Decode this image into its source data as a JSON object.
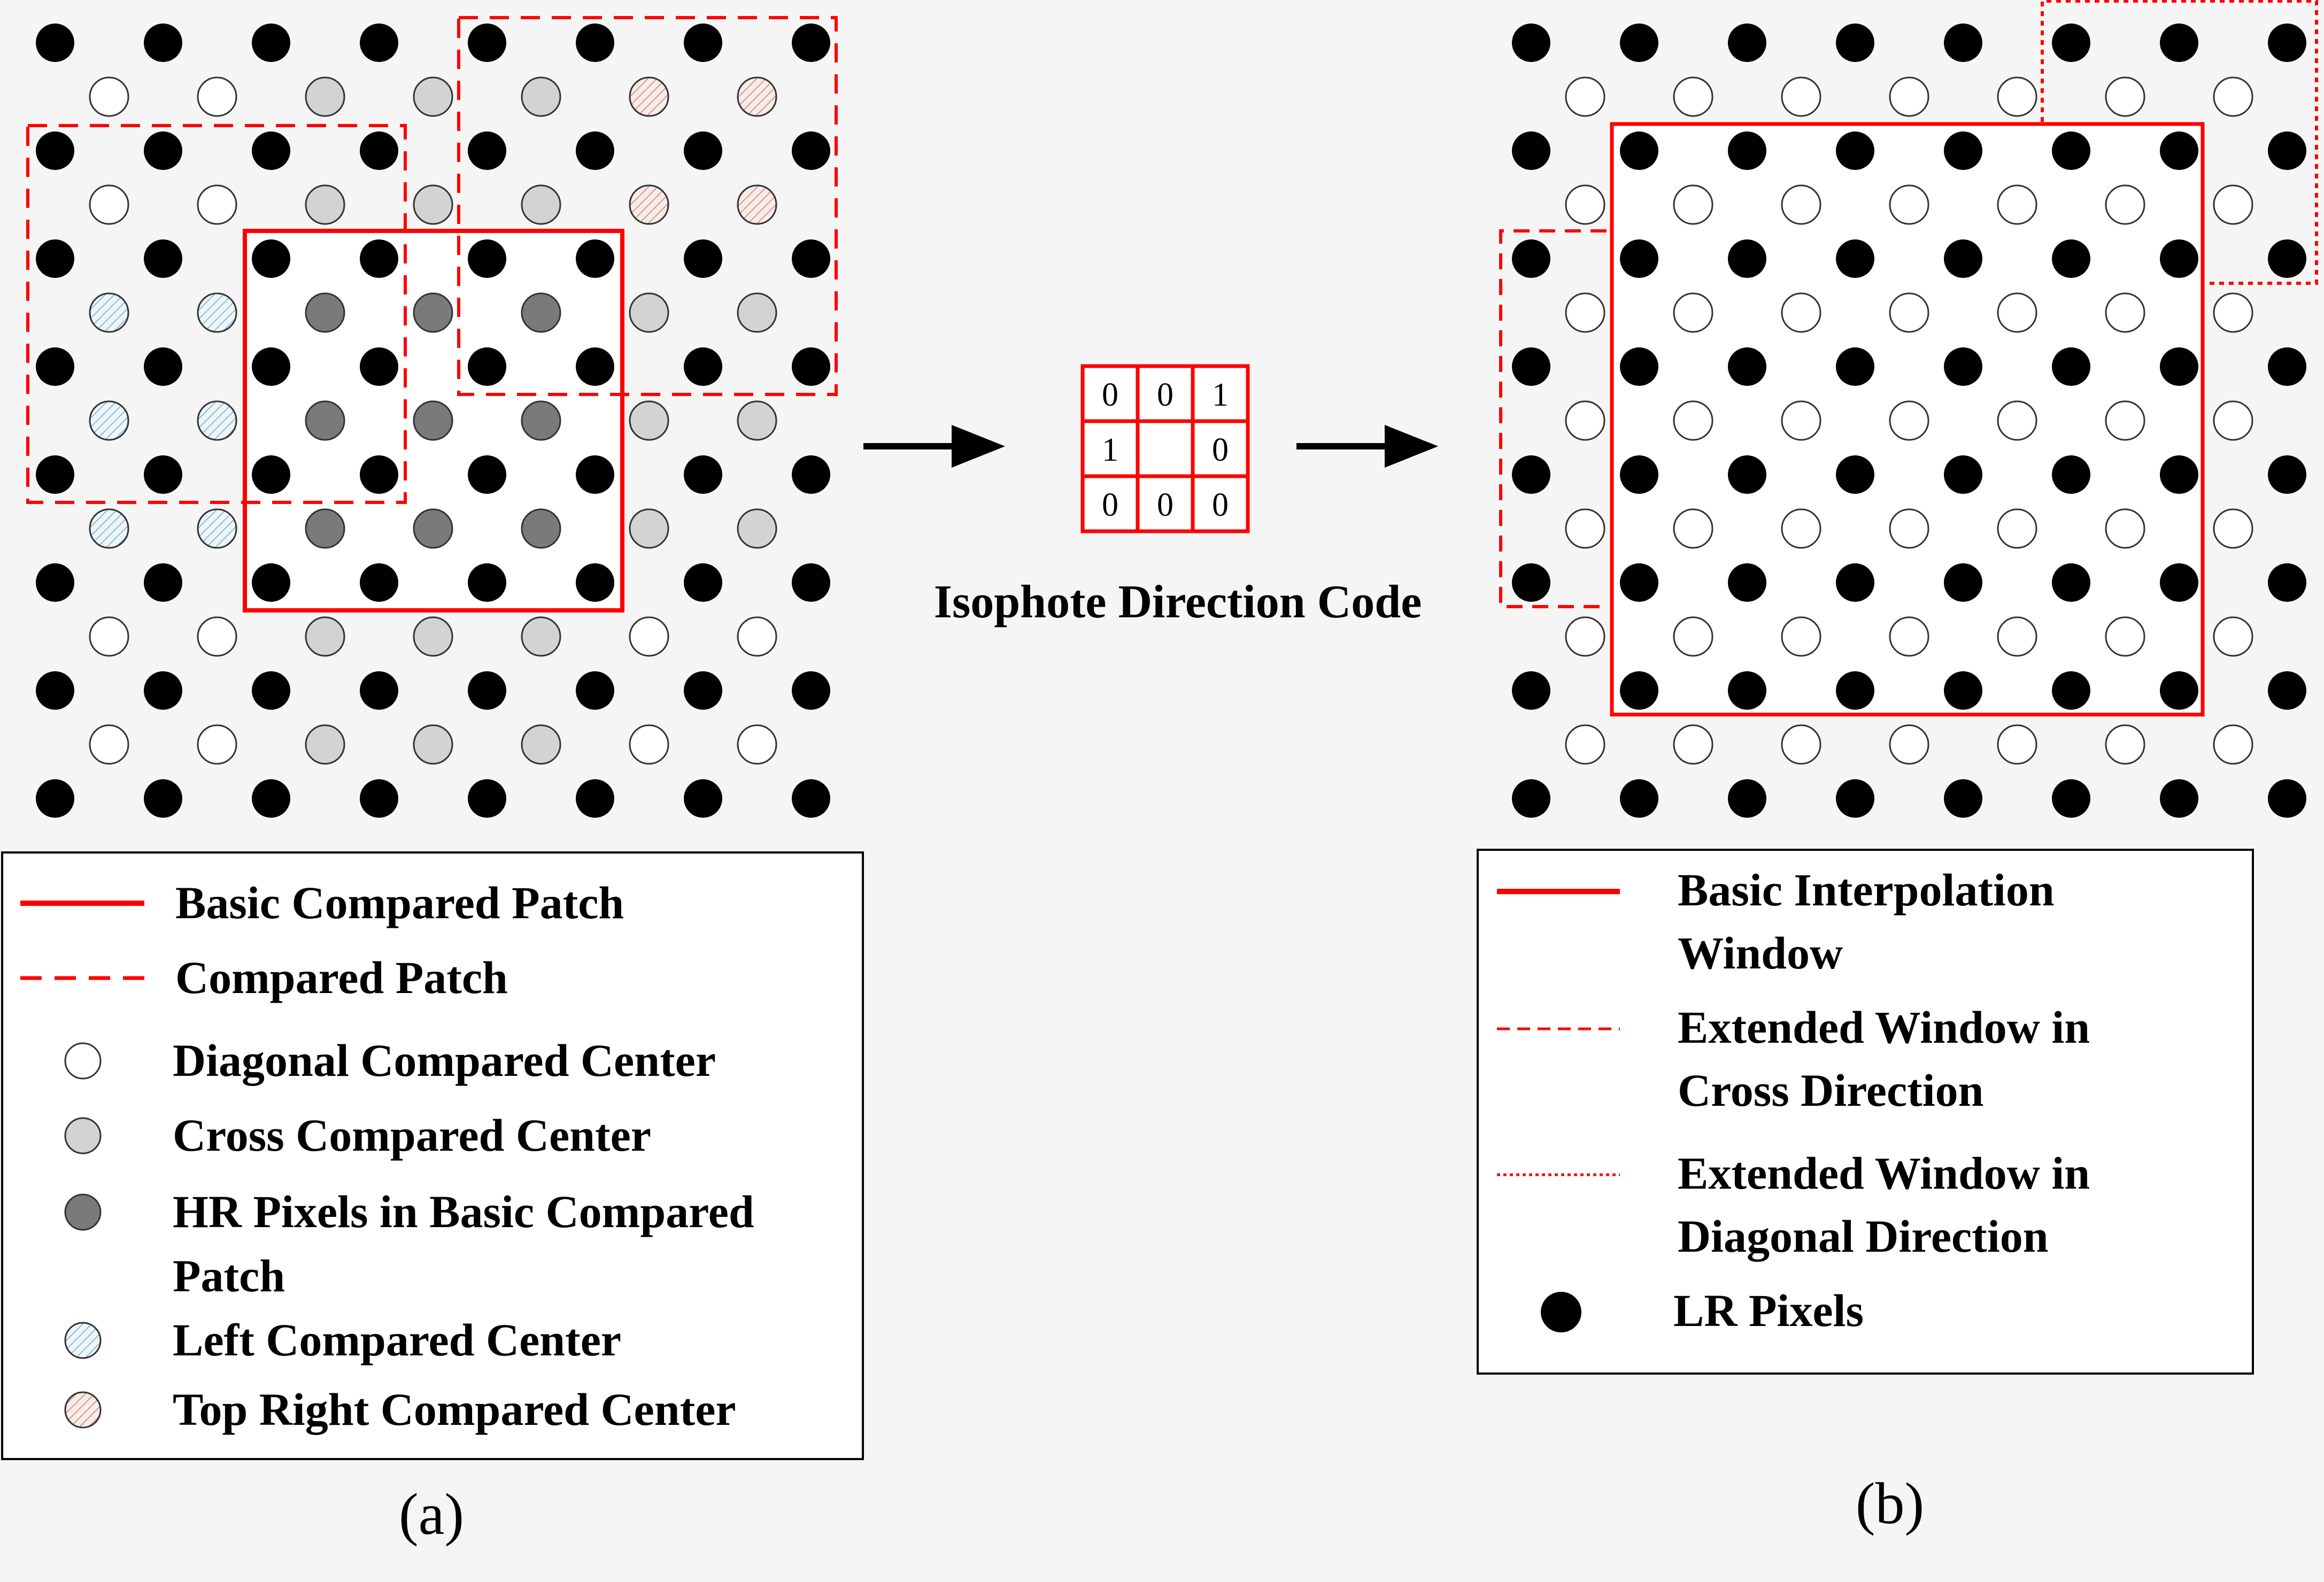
{
  "labels": {
    "panel_a": "(a)",
    "panel_b": "(b)",
    "isophote": "Isophote Direction Code"
  },
  "code_grid": [
    "0",
    "0",
    "1",
    "1",
    "",
    "0",
    "0",
    "0",
    "0"
  ],
  "legend_a": [
    {
      "kind": "solid-line",
      "lines": [
        "Basic Compared Patch"
      ]
    },
    {
      "kind": "dashed-line",
      "lines": [
        "Compared Patch"
      ]
    },
    {
      "kind": "white-circle",
      "lines": [
        "Diagonal Compared Center"
      ]
    },
    {
      "kind": "lightgray-circle",
      "lines": [
        "Cross Compared Center"
      ]
    },
    {
      "kind": "darkgray-circle",
      "lines": [
        "HR Pixels in Basic Compared",
        "Patch"
      ]
    },
    {
      "kind": "blue-hatched-circle",
      "lines": [
        "Left Compared Center"
      ]
    },
    {
      "kind": "red-hatched-circle",
      "lines": [
        "Top Right Compared Center"
      ]
    }
  ],
  "legend_b": [
    {
      "kind": "solid-line",
      "lines": [
        "Basic Interpolation",
        "Window"
      ]
    },
    {
      "kind": "dashed-line",
      "lines": [
        "Extended Window in",
        "Cross Direction"
      ]
    },
    {
      "kind": "dotted-line",
      "lines": [
        "Extended Window in",
        "Diagonal Direction"
      ]
    },
    {
      "kind": "black-circle",
      "lines": [
        "LR Pixels"
      ]
    }
  ],
  "colors": {
    "red": "#ff0000",
    "black": "#000000",
    "light_gray": "#d3d3d3",
    "dark_gray": "#7a7a7a",
    "hatch_blue": "#9ac6d8",
    "hatch_red": "#d8a8a0",
    "background": "#f5f5f5"
  }
}
